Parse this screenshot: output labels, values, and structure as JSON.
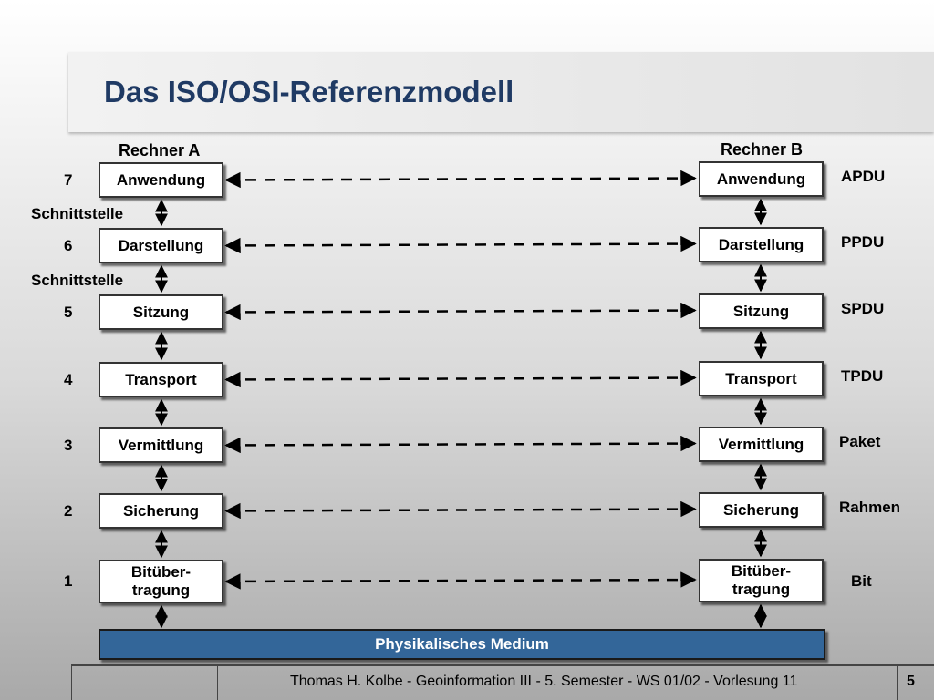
{
  "title": "Das ISO/OSI-Referenzmodell",
  "rechner_a": "Rechner A",
  "rechner_b": "Rechner B",
  "schnittstelle": [
    "Schnittstelle",
    "Schnittstelle"
  ],
  "layers": [
    {
      "num": "7",
      "name": "Anwendung",
      "pdu": "APDU"
    },
    {
      "num": "6",
      "name": "Darstellung",
      "pdu": "PPDU"
    },
    {
      "num": "5",
      "name": "Sitzung",
      "pdu": "SPDU"
    },
    {
      "num": "4",
      "name": "Transport",
      "pdu": "TPDU"
    },
    {
      "num": "3",
      "name": "Vermittlung",
      "pdu": "Paket"
    },
    {
      "num": "2",
      "name": "Sicherung",
      "pdu": "Rahmen"
    },
    {
      "num": "1",
      "name": "Bitüber-\ntragung",
      "pdu": "Bit"
    }
  ],
  "medium": "Physikalisches Medium",
  "footer": "Thomas H. Kolbe  -  Geoinformation III  -  5. Semester  -  WS 01/02  -  Vorlesung 11",
  "page_number": "5"
}
